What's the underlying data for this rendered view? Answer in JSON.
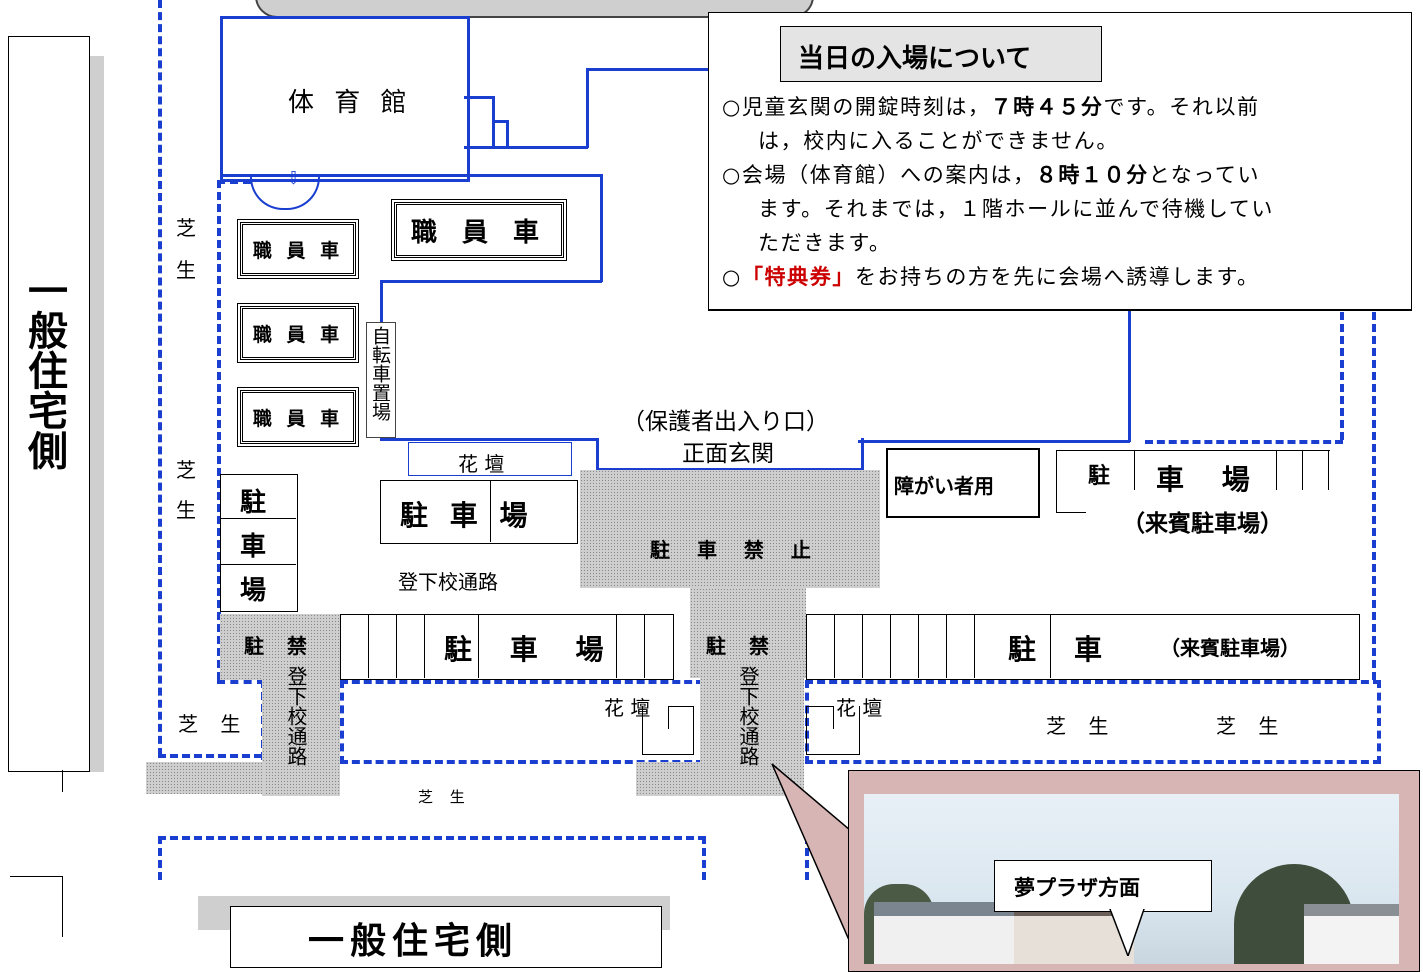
{
  "map": {
    "gym": "体 育 館",
    "staff_car_label": "職 員 車",
    "staff_car_label_large": "職 員 車",
    "bike_parking": "自転車置場",
    "flower_bed": "花 壇",
    "lawn": "芝 生",
    "lawn_top": "芝",
    "lawn_bottom": "生",
    "parking_small": "駐 車 場",
    "parking_left_vertical": [
      "駐",
      "車",
      "場"
    ],
    "parking_lower": "駐 車 場",
    "no_parking": "駐 車 禁 止",
    "no_parking_short": "駐 禁",
    "school_route": "登下校通路",
    "school_route_vertical": "登下校通路",
    "guardian_entrance": "（保護者出入り口）",
    "main_entrance": "正面玄関",
    "disabled_parking": "障がい者用",
    "guest_parking_top_a": "駐",
    "guest_parking_top_b": "車 場",
    "guest_parking_label": "（来賓駐車場）",
    "guest_parking_lower_a": "駐",
    "guest_parking_lower_b": "車",
    "guest_parking_lower_label": "（来賓駐車場）",
    "residential_side_left": "一般住宅側",
    "residential_side_bottom": "一般住宅側",
    "photo_caption": "夢プラザ方面"
  },
  "notice": {
    "title": "当日の入場について",
    "line1_a": "○児童玄関の開錠時刻は，",
    "line1_b": "７時４５分",
    "line1_c": "です。それ以前",
    "line2": "は，校内に入ることができません。",
    "line3_a": "○会場（体育館）への案内は，",
    "line3_b": "８時１０分",
    "line3_c": "となってい",
    "line4": "ます。それまでは，１階ホールに並んで待機してい",
    "line5": "ただきます。",
    "line6_a": "○",
    "line6_b": "「特典券」",
    "line6_c": "をお持ちの方を先に会場へ誘導します。"
  },
  "colors": {
    "route_line": "#1a3fd0",
    "dotted_area": "#cfcfcf",
    "photo_frame": "#d8b5b5",
    "emphasis": "#cc0000"
  }
}
